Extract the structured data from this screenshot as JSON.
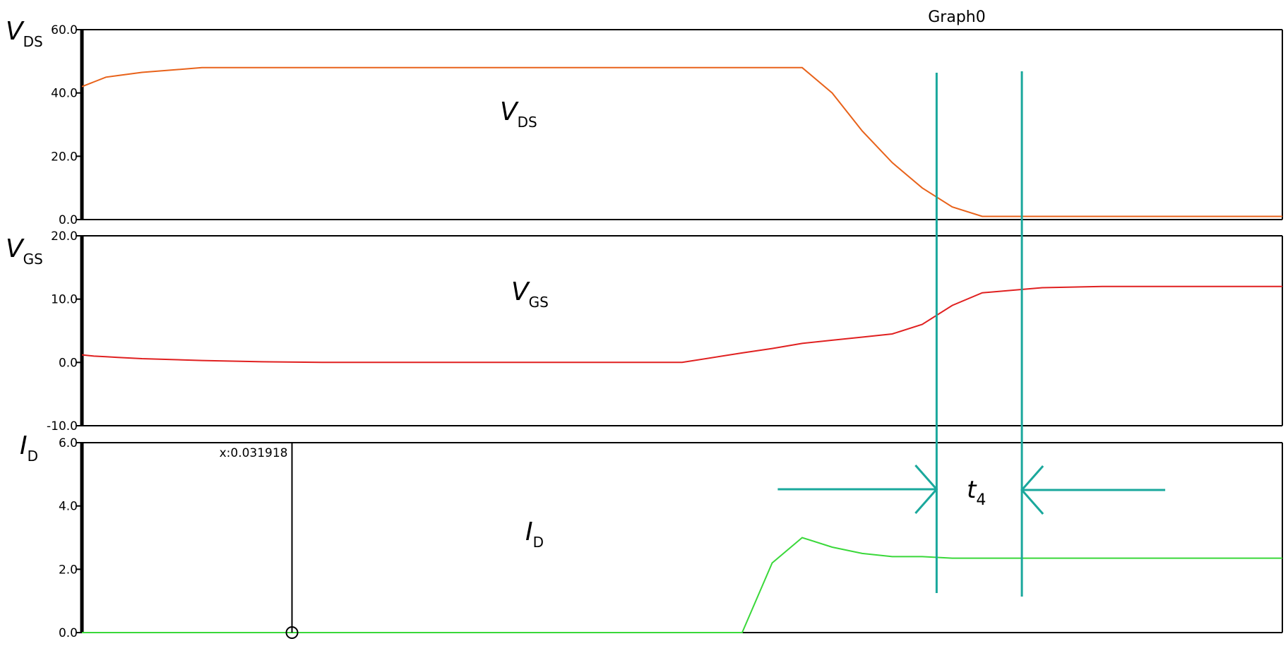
{
  "chart_data": {
    "type": "line",
    "title": "Graph0",
    "x": [
      0,
      0.01,
      0.02,
      0.03,
      0.05,
      0.1,
      0.15,
      0.2,
      0.25,
      0.3,
      0.35,
      0.4,
      0.45,
      0.5,
      0.55,
      0.575,
      0.6,
      0.625,
      0.65,
      0.675,
      0.7,
      0.725,
      0.75,
      0.8,
      0.85,
      0.9,
      0.95,
      1.0
    ],
    "xlim": [
      0,
      1
    ],
    "cursor": {
      "label": "x:0.031918",
      "x": 0.175
    },
    "panels": [
      {
        "ylabel": {
          "main": "V",
          "sub": "DS"
        },
        "inner_label": {
          "main": "V",
          "sub": "DS"
        },
        "ylim": [
          0,
          60
        ],
        "ticks": [
          "0.0",
          "20.0",
          "40.0",
          "60.0"
        ],
        "tick_values": [
          0,
          20,
          40,
          60
        ],
        "color": "#e8621a",
        "values": [
          42,
          43.5,
          45,
          45.5,
          46.5,
          48,
          48,
          48,
          48,
          48,
          48,
          48,
          48,
          48,
          48,
          48,
          48,
          40,
          28,
          18,
          10,
          4,
          1,
          1,
          1,
          1,
          1,
          1
        ]
      },
      {
        "ylabel": {
          "main": "V",
          "sub": "GS"
        },
        "inner_label": {
          "main": "V",
          "sub": "GS"
        },
        "ylim": [
          -10,
          20
        ],
        "ticks": [
          "-10.0",
          "0.0",
          "10.0",
          "20.0"
        ],
        "tick_values": [
          -10,
          0,
          10,
          20
        ],
        "color": "#e02020",
        "values": [
          1.2,
          1.0,
          0.9,
          0.8,
          0.6,
          0.3,
          0.1,
          0.0,
          0.0,
          0.0,
          0.0,
          0.0,
          0.0,
          0.0,
          1.5,
          2.2,
          3.0,
          3.5,
          4.0,
          4.5,
          6.0,
          9.0,
          11.0,
          11.8,
          12.0,
          12.0,
          12.0,
          12.0
        ]
      },
      {
        "ylabel": {
          "main": "I",
          "sub": "D"
        },
        "inner_label": {
          "main": "I",
          "sub": "D"
        },
        "ylim": [
          0,
          6
        ],
        "ticks": [
          "0.0",
          "2.0",
          "4.0",
          "6.0"
        ],
        "tick_values": [
          0,
          2,
          4,
          6
        ],
        "color": "#3ad83a",
        "values": [
          0,
          0,
          0,
          0,
          0,
          0,
          0,
          0,
          0,
          0,
          0,
          0,
          0,
          0,
          0,
          2.2,
          3.0,
          2.7,
          2.5,
          2.4,
          2.4,
          2.35,
          2.35,
          2.35,
          2.35,
          2.35,
          2.35,
          2.35
        ]
      }
    ],
    "annotation": {
      "label": {
        "main": "t",
        "sub": "4"
      },
      "color": "#1aa89c",
      "x1": 0.712,
      "x2": 0.783
    }
  }
}
